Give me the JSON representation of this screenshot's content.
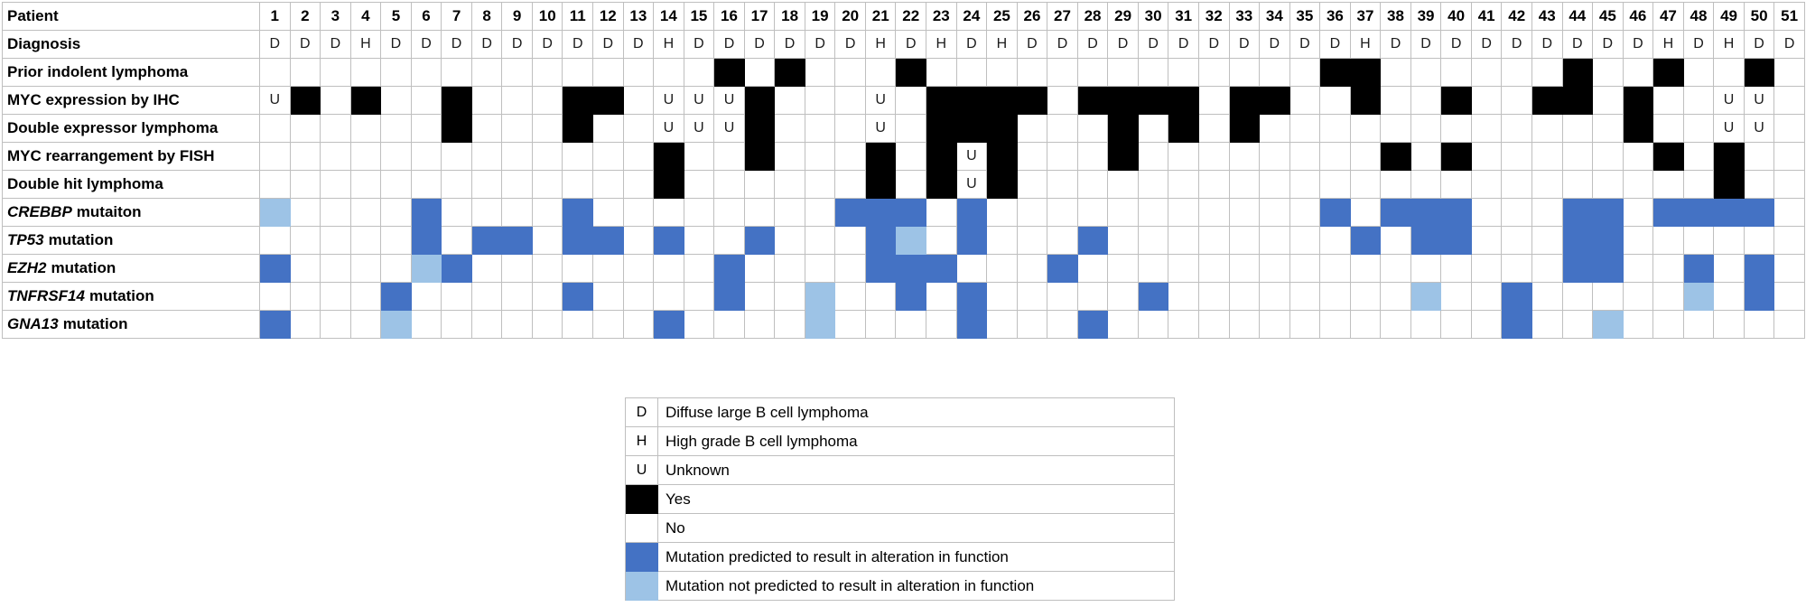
{
  "colors": {
    "yes": "#000000",
    "no": "#FFFFFF",
    "damaging": "#4472C4",
    "benign": "#9DC3E6",
    "grid_line": "#BFBFBF"
  },
  "legend": {
    "rows": [
      {
        "symbol": "D",
        "swatch": "none",
        "label": "Diffuse large B cell lymphoma"
      },
      {
        "symbol": "H",
        "swatch": "none",
        "label": "High grade B cell lymphoma"
      },
      {
        "symbol": "U",
        "swatch": "none",
        "label": "Unknown"
      },
      {
        "symbol": "",
        "swatch": "yes",
        "label": "Yes"
      },
      {
        "symbol": "",
        "swatch": "no",
        "label": "No"
      },
      {
        "symbol": "",
        "swatch": "damaging",
        "label": "Mutation predicted to result in alteration in function"
      },
      {
        "symbol": "",
        "swatch": "benign",
        "label": "Mutation not predicted to result in alteration in function"
      }
    ]
  },
  "chart_data": {
    "type": "heatmap",
    "n_patients": 51,
    "value_codes": {
      "D": "Diffuse large B cell lymphoma",
      "H": "High grade B cell lymphoma",
      "U": "Unknown",
      "Y": "Yes (black)",
      "": "No (white)",
      "M": "Mutation predicted to result in alteration in function (dark blue)",
      "m": "Mutation not predicted to result in alteration in function (light blue)"
    },
    "rows": [
      {
        "key": "patient",
        "label": "Patient",
        "type": "header",
        "values": [
          "1",
          "2",
          "3",
          "4",
          "5",
          "6",
          "7",
          "8",
          "9",
          "10",
          "11",
          "12",
          "13",
          "14",
          "15",
          "16",
          "17",
          "18",
          "19",
          "20",
          "21",
          "22",
          "23",
          "24",
          "25",
          "26",
          "27",
          "28",
          "29",
          "30",
          "31",
          "32",
          "33",
          "34",
          "35",
          "36",
          "37",
          "38",
          "39",
          "40",
          "41",
          "42",
          "43",
          "44",
          "45",
          "46",
          "47",
          "48",
          "49",
          "50",
          "51"
        ]
      },
      {
        "key": "diagnosis",
        "label": "Diagnosis",
        "type": "letter",
        "values": [
          "D",
          "D",
          "D",
          "H",
          "D",
          "D",
          "D",
          "D",
          "D",
          "D",
          "D",
          "D",
          "D",
          "H",
          "D",
          "D",
          "D",
          "D",
          "D",
          "D",
          "H",
          "D",
          "H",
          "D",
          "H",
          "D",
          "D",
          "D",
          "D",
          "D",
          "D",
          "D",
          "D",
          "D",
          "D",
          "D",
          "H",
          "D",
          "D",
          "D",
          "D",
          "D",
          "D",
          "D",
          "D",
          "D",
          "H",
          "D",
          "H",
          "D",
          "D"
        ]
      },
      {
        "key": "prior_indolent",
        "label": "Prior indolent lymphoma",
        "type": "flag",
        "values": [
          "",
          "",
          "",
          "",
          "",
          "",
          "",
          "",
          "",
          "",
          "",
          "",
          "",
          "",
          "",
          "Y",
          "",
          "Y",
          "",
          "",
          "",
          "Y",
          "",
          "",
          "",
          "",
          "",
          "",
          "",
          "",
          "",
          "",
          "",
          "",
          "",
          "Y",
          "Y",
          "",
          "",
          "",
          "",
          "",
          "",
          "Y",
          "",
          "",
          "Y",
          "",
          "",
          "Y",
          ""
        ]
      },
      {
        "key": "myc_ihc",
        "label": "MYC expression by IHC",
        "type": "flag",
        "values": [
          "U",
          "Y",
          "",
          "Y",
          "",
          "",
          "Y",
          "",
          "",
          "",
          "Y",
          "Y",
          "",
          "U",
          "U",
          "U",
          "Y",
          "",
          "",
          "",
          "U",
          "",
          "Y",
          "Y",
          "Y",
          "Y",
          "",
          "Y",
          "Y",
          "Y",
          "Y",
          "",
          "Y",
          "Y",
          "",
          "",
          "Y",
          "",
          "",
          "Y",
          "",
          "",
          "Y",
          "Y",
          "",
          "Y",
          "",
          "",
          "U",
          "U",
          ""
        ]
      },
      {
        "key": "double_expressor",
        "label": "Double expressor lymphoma",
        "type": "flag",
        "values": [
          "",
          "",
          "",
          "",
          "",
          "",
          "Y",
          "",
          "",
          "",
          "Y",
          "",
          "",
          "U",
          "U",
          "U",
          "Y",
          "",
          "",
          "",
          "U",
          "",
          "Y",
          "Y",
          "Y",
          "",
          "",
          "",
          "Y",
          "",
          "Y",
          "",
          "Y",
          "",
          "",
          "",
          "",
          "",
          "",
          "",
          "",
          "",
          "",
          "",
          "",
          "Y",
          "",
          "",
          "U",
          "U",
          ""
        ]
      },
      {
        "key": "myc_fish",
        "label": "MYC rearrangement by FISH",
        "type": "flag",
        "values": [
          "",
          "",
          "",
          "",
          "",
          "",
          "",
          "",
          "",
          "",
          "",
          "",
          "",
          "Y",
          "",
          "",
          "Y",
          "",
          "",
          "",
          "Y",
          "",
          "Y",
          "U",
          "Y",
          "",
          "",
          "",
          "Y",
          "",
          "",
          "",
          "",
          "",
          "",
          "",
          "",
          "Y",
          "",
          "Y",
          "",
          "",
          "",
          "",
          "",
          "",
          "Y",
          "",
          "Y",
          "",
          ""
        ]
      },
      {
        "key": "double_hit",
        "label": "Double hit lymphoma",
        "type": "flag",
        "values": [
          "",
          "",
          "",
          "",
          "",
          "",
          "",
          "",
          "",
          "",
          "",
          "",
          "",
          "Y",
          "",
          "",
          "",
          "",
          "",
          "",
          "Y",
          "",
          "Y",
          "U",
          "Y",
          "",
          "",
          "",
          "",
          "",
          "",
          "",
          "",
          "",
          "",
          "",
          "",
          "",
          "",
          "",
          "",
          "",
          "",
          "",
          "",
          "",
          "",
          "",
          "Y",
          "",
          ""
        ]
      },
      {
        "key": "crebbp",
        "gene": "CREBBP",
        "suffix": " mutaiton",
        "label": "CREBBP mutaiton",
        "type": "mutation",
        "values": [
          "m",
          "",
          "",
          "",
          "",
          "M",
          "",
          "",
          "",
          "",
          "M",
          "",
          "",
          "",
          "",
          "",
          "",
          "",
          "",
          "M",
          "M",
          "M",
          "",
          "M",
          "",
          "",
          "",
          "",
          "",
          "",
          "",
          "",
          "",
          "",
          "",
          "M",
          "",
          "M",
          "M",
          "M",
          "",
          "",
          "",
          "M",
          "M",
          "",
          "M",
          "M",
          "M",
          "M",
          ""
        ]
      },
      {
        "key": "tp53",
        "gene": "TP53",
        "suffix": " mutation",
        "label": "TP53 mutation",
        "type": "mutation",
        "values": [
          "",
          "",
          "",
          "",
          "",
          "M",
          "",
          "M",
          "M",
          "",
          "M",
          "M",
          "",
          "M",
          "",
          "",
          "M",
          "",
          "",
          "",
          "M",
          "m",
          "",
          "M",
          "",
          "",
          "",
          "M",
          "",
          "",
          "",
          "",
          "",
          "",
          "",
          "",
          "M",
          "",
          "M",
          "M",
          "",
          "",
          "",
          "M",
          "M",
          "",
          "",
          "",
          "",
          "",
          ""
        ]
      },
      {
        "key": "ezh2",
        "gene": "EZH2",
        "suffix": " mutation",
        "label": "EZH2 mutation",
        "type": "mutation",
        "values": [
          "M",
          "",
          "",
          "",
          "",
          "m",
          "M",
          "",
          "",
          "",
          "",
          "",
          "",
          "",
          "",
          "M",
          "",
          "",
          "",
          "",
          "M",
          "M",
          "M",
          "",
          "",
          "",
          "M",
          "",
          "",
          "",
          "",
          "",
          "",
          "",
          "",
          "",
          "",
          "",
          "",
          "",
          "",
          "",
          "",
          "M",
          "M",
          "",
          "",
          "M",
          "",
          "M",
          ""
        ]
      },
      {
        "key": "tnfrsf14",
        "gene": "TNFRSF14",
        "suffix": " mutation",
        "label": "TNFRSF14 mutation",
        "type": "mutation",
        "values": [
          "",
          "",
          "",
          "",
          "M",
          "",
          "",
          "",
          "",
          "",
          "M",
          "",
          "",
          "",
          "",
          "M",
          "",
          "",
          "m",
          "",
          "",
          "M",
          "",
          "M",
          "",
          "",
          "",
          "",
          "",
          "M",
          "",
          "",
          "",
          "",
          "",
          "",
          "",
          "",
          "m",
          "",
          "",
          "M",
          "",
          "",
          "",
          "",
          "",
          "m",
          "",
          "M",
          ""
        ]
      },
      {
        "key": "gna13",
        "gene": "GNA13",
        "suffix": " mutation",
        "label": "GNA13 mutation",
        "type": "mutation",
        "values": [
          "M",
          "",
          "",
          "",
          "m",
          "",
          "",
          "",
          "",
          "",
          "",
          "",
          "",
          "M",
          "",
          "",
          "",
          "",
          "m",
          "",
          "",
          "",
          "",
          "M",
          "",
          "",
          "",
          "M",
          "",
          "",
          "",
          "",
          "",
          "",
          "",
          "",
          "",
          "",
          "",
          "",
          "",
          "M",
          "",
          "",
          "m",
          "",
          "",
          "",
          "",
          "",
          ""
        ]
      }
    ]
  }
}
